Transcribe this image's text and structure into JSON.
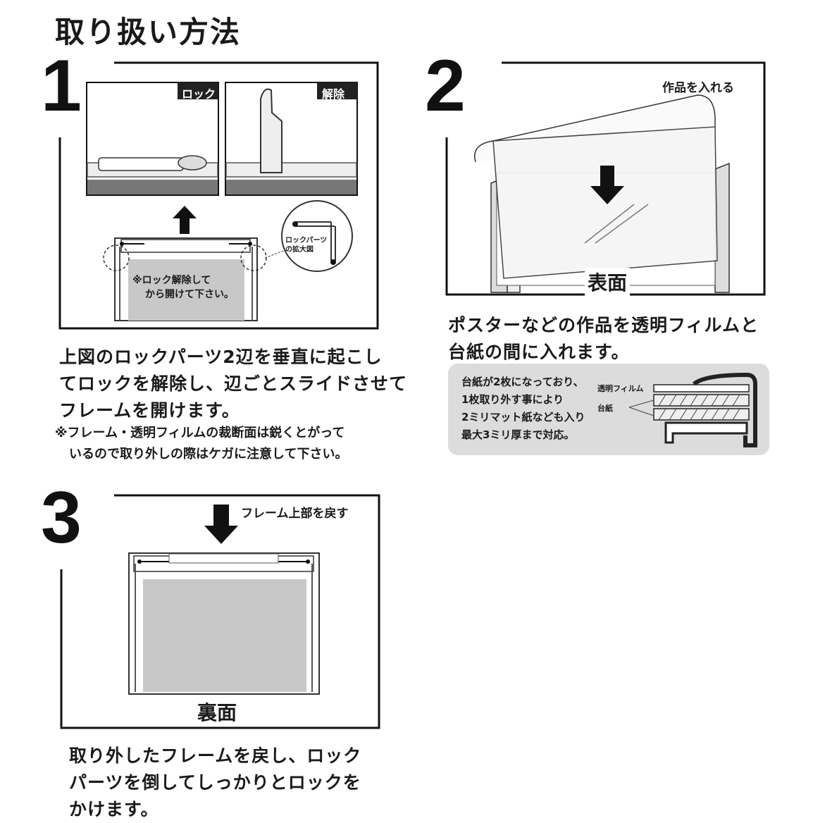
{
  "title": "取り扱い方法",
  "step1": {
    "number": "1",
    "lock_label": "ロック",
    "release_label": "解除",
    "callout_label_line1": "ロックパーツ",
    "callout_label_line2": "の拡大図",
    "inner_note_line1": "※ロック解除して",
    "inner_note_line2": "から開けて下さい。",
    "desc_line1": "上図のロックパーツ2辺を垂直に起こし",
    "desc_line2": "てロックを解除し、辺ごとスライドさせて",
    "desc_line3": "フレームを開けます。",
    "warning_line1": "※フレーム・透明フィルムの裁断面は鋭くとがって",
    "warning_line2": "いるので取り外しの際はケガに注意して下さい。"
  },
  "step2": {
    "number": "2",
    "insert_label": "作品を入れる",
    "front_label": "表面",
    "desc_line1": "ポスターなどの作品を透明フィルムと",
    "desc_line2": "台紙の間に入れます。",
    "info_line1": "台紙が2枚になっており、",
    "info_line2": "1枚取り外す事により",
    "info_line3": "2ミリマット紙なども入り",
    "info_line4": "最大3ミリ厚まで対応。",
    "film_label": "透明フィルム",
    "board_label": "台紙"
  },
  "step3": {
    "number": "3",
    "return_label": "フレーム上部を戻す",
    "back_label": "裏面",
    "desc_line1": "取り外したフレームを戻し、ロック",
    "desc_line2": "パーツを倒してしっかりとロックを",
    "desc_line3": "かけます。"
  },
  "colors": {
    "ink": "#1a1a1a",
    "gray_fill": "#c8c8c8",
    "info_bg": "#dcdcdc"
  }
}
